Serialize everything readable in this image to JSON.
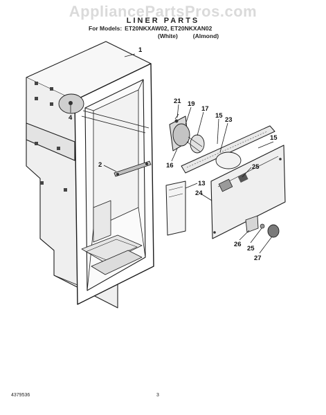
{
  "watermark": "AppliancePartsPros.com",
  "header": {
    "title": "LINER PARTS",
    "models_label": "For Models:",
    "models": "ET20NKXAW02, ET20NKXAN02",
    "color_white": "(White)",
    "color_almond": "(Almond)"
  },
  "callouts": {
    "c1": "1",
    "c2": "2",
    "c4": "4",
    "c13": "13",
    "c15a": "15",
    "c15b": "15",
    "c16": "16",
    "c17": "17",
    "c19": "19",
    "c21": "21",
    "c23": "23",
    "c24": "24",
    "c25a": "25",
    "c25b": "25",
    "c26": "26",
    "c27": "27"
  },
  "footer": {
    "doc_number": "4379536",
    "page_number": "3"
  }
}
